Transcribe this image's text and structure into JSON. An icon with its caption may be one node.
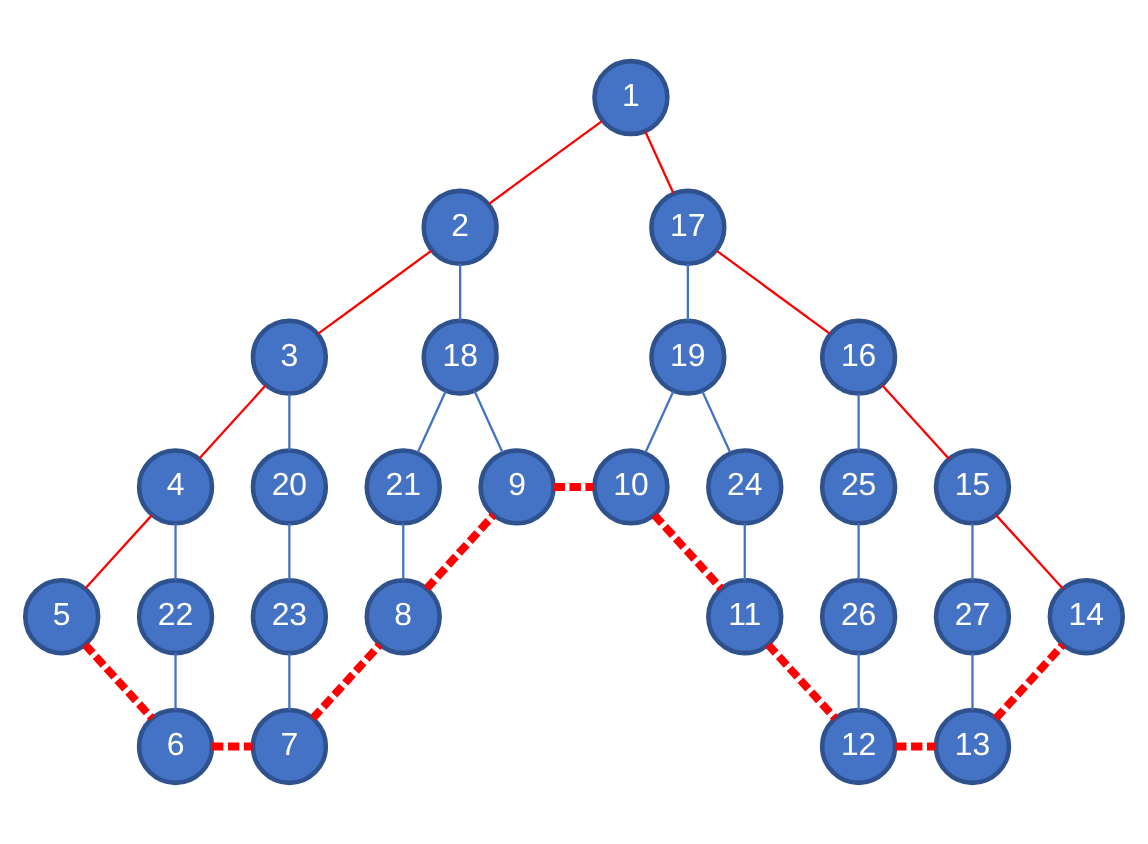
{
  "diagram": {
    "nodes": [
      {
        "text": [
          "1"
        ]
      },
      {
        "text": [
          "2"
        ]
      },
      {
        "text": [
          "17"
        ]
      },
      {
        "text": [
          "3"
        ]
      },
      {
        "text": [
          "18"
        ]
      },
      {
        "text": [
          "19"
        ]
      },
      {
        "text": [
          "16"
        ]
      },
      {
        "text": [
          "4"
        ]
      },
      {
        "text": [
          "20"
        ]
      },
      {
        "text": [
          "21"
        ]
      },
      {
        "text": [
          "9"
        ]
      },
      {
        "text": [
          "10"
        ]
      },
      {
        "text": [
          "24"
        ]
      },
      {
        "text": [
          "25"
        ]
      },
      {
        "text": [
          "15"
        ]
      },
      {
        "text": [
          "5"
        ]
      },
      {
        "text": [
          "22"
        ]
      },
      {
        "text": [
          "23"
        ]
      },
      {
        "text": [
          "8"
        ]
      },
      {
        "text": [
          "11"
        ]
      },
      {
        "text": [
          "26"
        ]
      },
      {
        "text": [
          "27"
        ]
      },
      {
        "text": [
          "14"
        ]
      },
      {
        "text": [
          "6"
        ]
      },
      {
        "text": [
          "7"
        ]
      },
      {
        "text": [
          "12"
        ]
      },
      {
        "text": [
          "13"
        ]
      }
    ],
    "edges": [
      {
        "from": 0,
        "to": 1,
        "arrow": "none",
        "color": "#ff0000"
      },
      {
        "from": 0,
        "to": 2,
        "arrow": "none",
        "color": "#ff0000"
      },
      {
        "from": 1,
        "to": 3,
        "arrow": "none",
        "color": "#ff0000"
      },
      {
        "from": 1,
        "to": 4,
        "arrow": "none"
      },
      {
        "from": 2,
        "to": 5,
        "arrow": "none"
      },
      {
        "from": 2,
        "to": 6,
        "arrow": "none",
        "color": "#ff0000"
      },
      {
        "from": 3,
        "to": 7,
        "arrow": "none",
        "color": "#ff0000"
      },
      {
        "from": 3,
        "to": 8,
        "arrow": "none"
      },
      {
        "from": 4,
        "to": 9,
        "arrow": "none"
      },
      {
        "from": 4,
        "to": 10,
        "arrow": "none"
      },
      {
        "from": 5,
        "to": 11,
        "arrow": "none"
      },
      {
        "from": 5,
        "to": 12,
        "arrow": "none"
      },
      {
        "from": 6,
        "to": 13,
        "arrow": "none"
      },
      {
        "from": 6,
        "to": 14,
        "arrow": "none",
        "color": "#ff0000"
      },
      {
        "from": 7,
        "to": 15,
        "arrow": "none",
        "color": "#ff0000"
      },
      {
        "from": 7,
        "to": 16,
        "arrow": "none"
      },
      {
        "from": 8,
        "to": 17,
        "arrow": "none"
      },
      {
        "from": 9,
        "to": 18,
        "arrow": "none"
      },
      {
        "from": 12,
        "to": 19,
        "arrow": "none"
      },
      {
        "from": 13,
        "to": 20,
        "arrow": "none"
      },
      {
        "from": 14,
        "to": 21,
        "arrow": "none"
      },
      {
        "from": 14,
        "to": 22,
        "arrow": "none",
        "color": "#ff0000"
      },
      {
        "from": 16,
        "to": 23,
        "arrow": "none"
      },
      {
        "from": 17,
        "to": 24,
        "arrow": "none"
      },
      {
        "from": 20,
        "to": 25,
        "arrow": "none"
      },
      {
        "from": 21,
        "to": 26,
        "arrow": "none"
      },
      {
        "from": 15,
        "to": 23,
        "arrow": "none",
        "style": "dashed",
        "color": "#ff0000"
      },
      {
        "from": 23,
        "to": 24,
        "arrow": "none",
        "style": "dashed",
        "color": "#ff0000"
      },
      {
        "from": 24,
        "to": 18,
        "arrow": "none",
        "style": "dashed",
        "color": "#ff0000"
      },
      {
        "from": 18,
        "to": 10,
        "arrow": "none",
        "style": "dashed",
        "color": "#ff0000"
      },
      {
        "from": 10,
        "to": 11,
        "arrow": "none",
        "style": "dashed",
        "color": "#ff0000"
      },
      {
        "from": 11,
        "to": 19,
        "arrow": "none",
        "style": "dashed",
        "color": "#ff0000"
      },
      {
        "from": 19,
        "to": 25,
        "arrow": "none",
        "style": "dashed",
        "color": "#ff0000"
      },
      {
        "from": 25,
        "to": 26,
        "arrow": "none",
        "style": "dashed",
        "color": "#ff0000"
      },
      {
        "from": 26,
        "to": 22,
        "arrow": "none",
        "style": "dashed",
        "color": "#ff0000"
      }
    ]
  }
}
